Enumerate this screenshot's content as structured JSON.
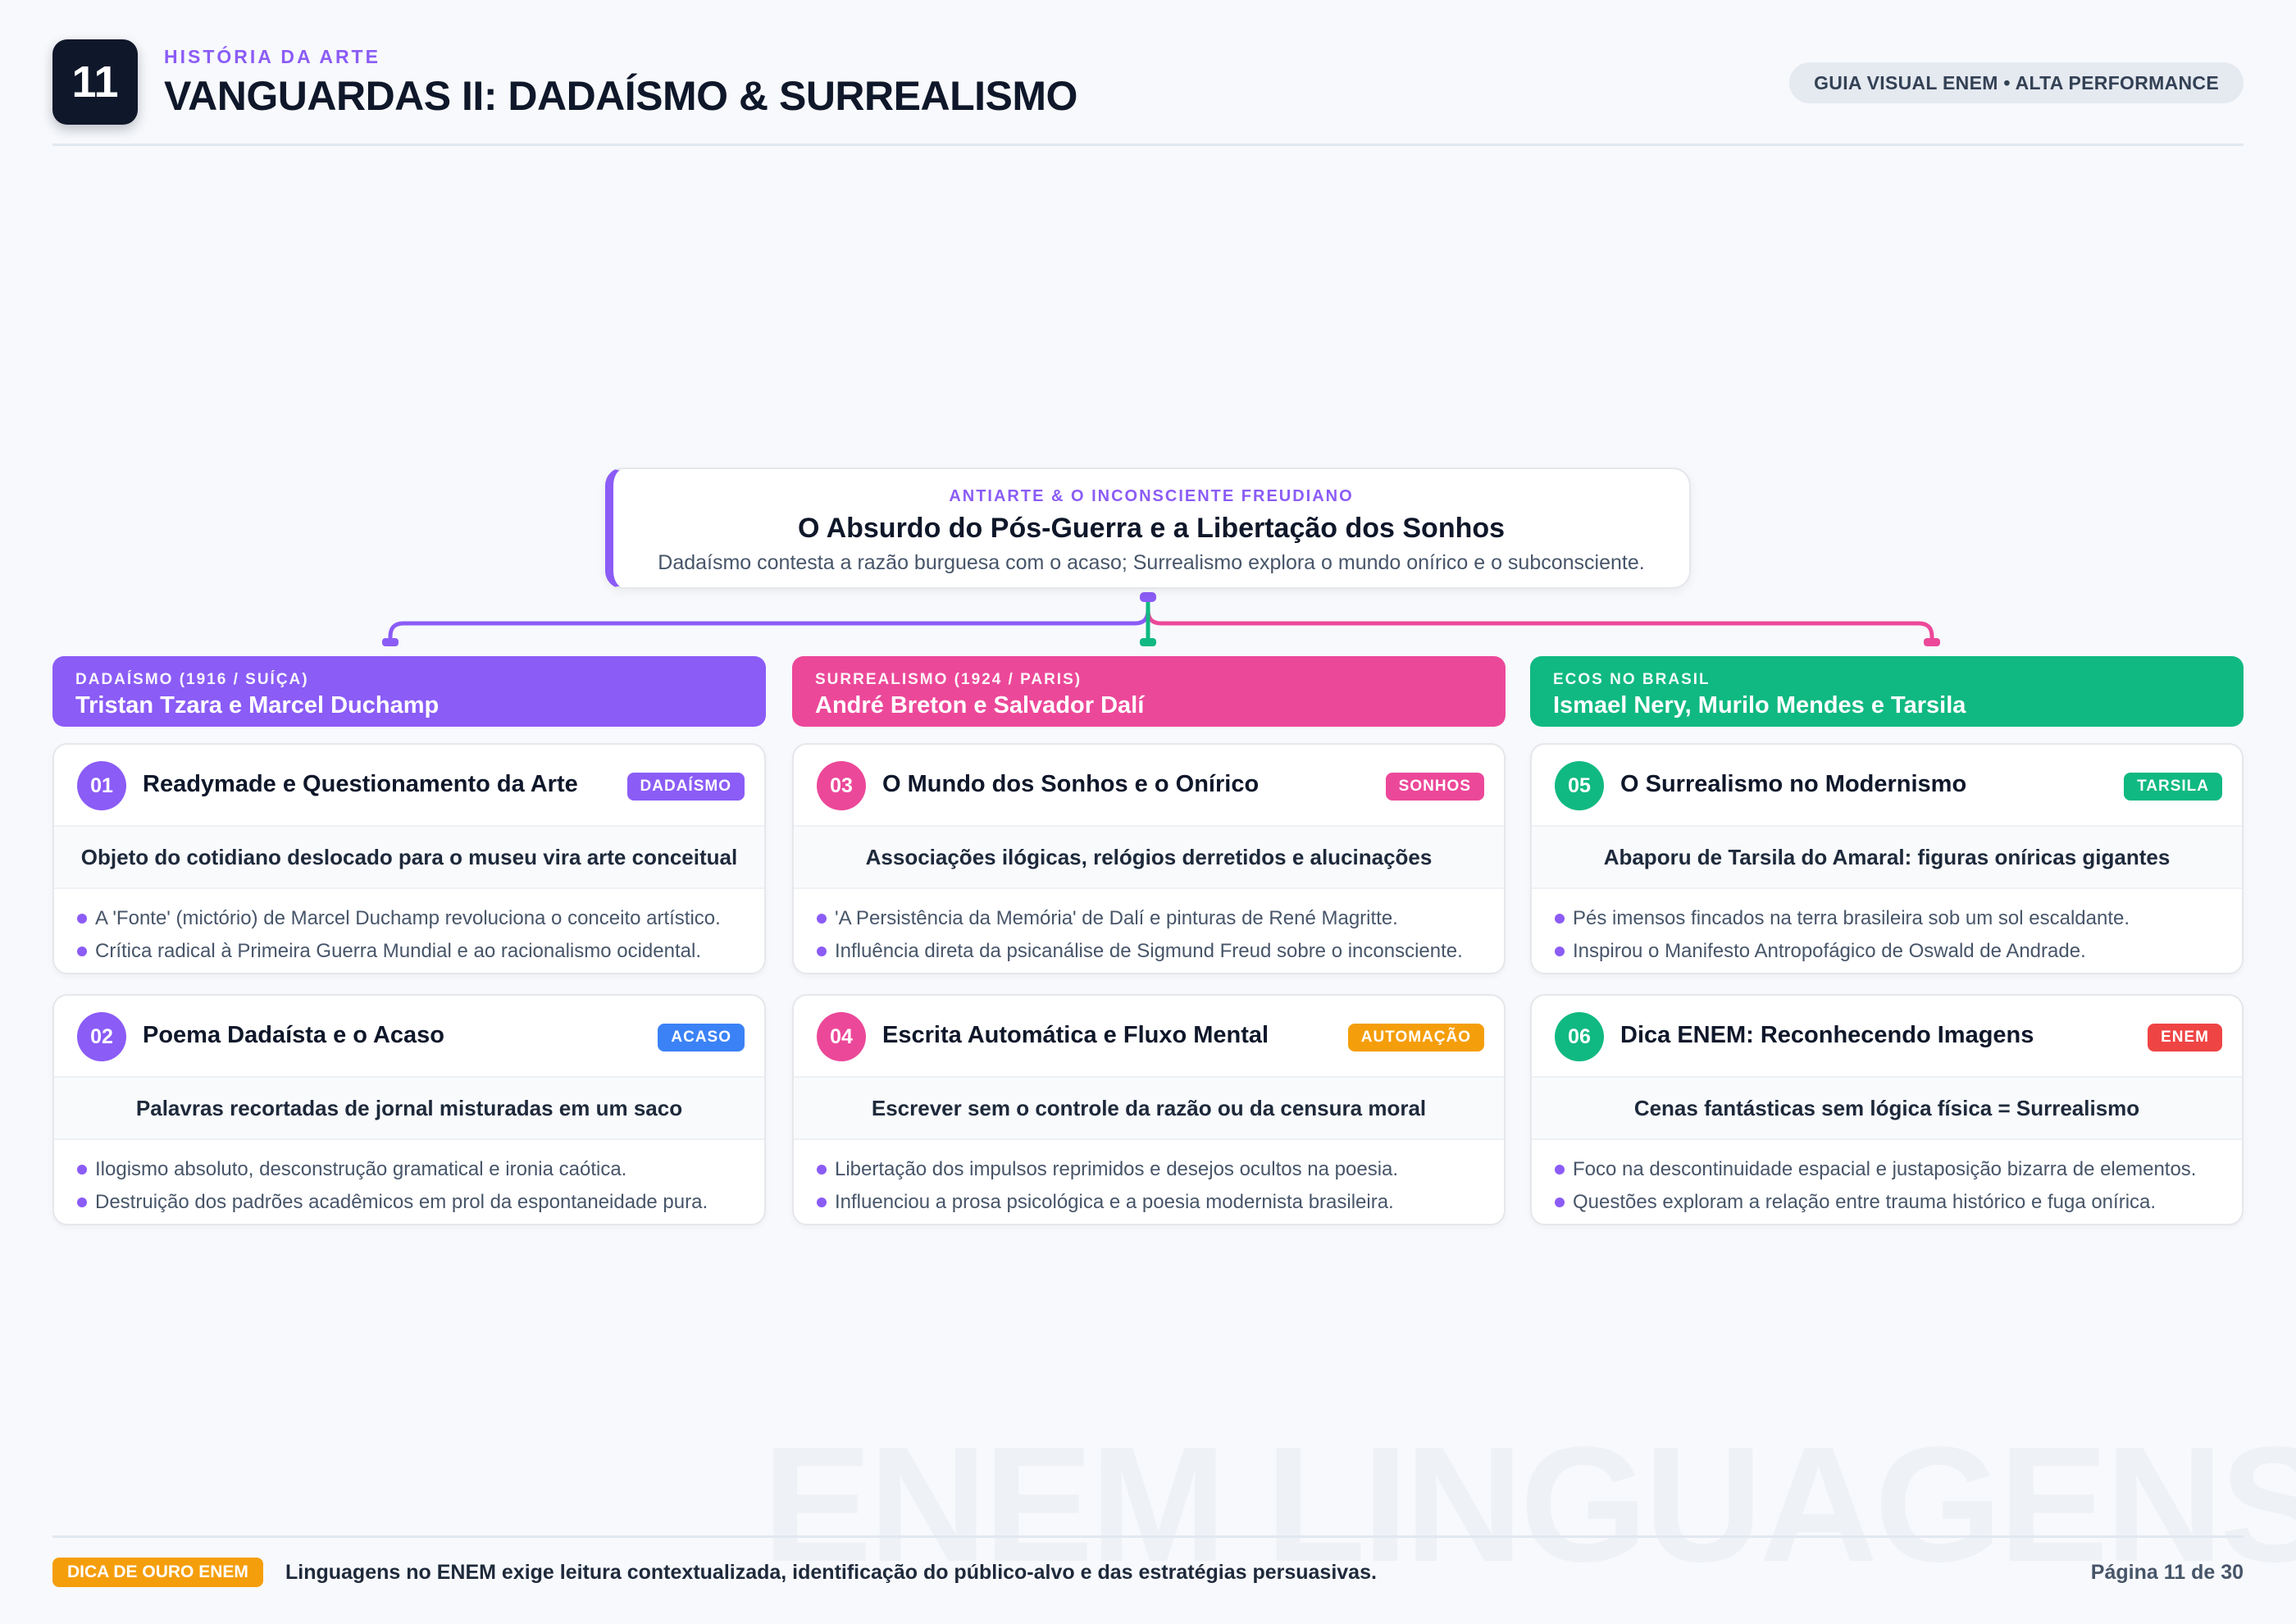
{
  "header": {
    "page_number": "11",
    "kicker": "HISTÓRIA DA ARTE",
    "title": "VANGUARDAS II: DADAÍSMO & SURREALISMO",
    "pill": "GUIA VISUAL ENEM • ALTA PERFORMANCE"
  },
  "central": {
    "kicker": "ANTIARTE & O INCONSCIENTE FREUDIANO",
    "title": "O Absurdo do Pós-Guerra e a Libertação dos Sonhos",
    "subtitle": "Dadaísmo contesta a razão burguesa com o acaso; Surrealismo explora o mundo onírico e o subconsciente."
  },
  "colors": {
    "purple": "#8b5cf6",
    "pink": "#ec4899",
    "green": "#10b981",
    "blue": "#3b82f6",
    "orange": "#f59e0b",
    "red": "#ef4444"
  },
  "columns": [
    {
      "kicker": "DADAÍSMO (1916 / SUÍÇA)",
      "title": "Tristan Tzara e Marcel Duchamp",
      "cards": [
        {
          "num": "01",
          "title": "Readymade e Questionamento da Arte",
          "tag": "DADAÍSMO",
          "summary": "Objeto do cotidiano deslocado para o museu vira arte conceitual",
          "bullets": [
            "A 'Fonte' (mictório) de Marcel Duchamp revoluciona o conceito artístico.",
            "Crítica radical à Primeira Guerra Mundial e ao racionalismo ocidental."
          ]
        },
        {
          "num": "02",
          "title": "Poema Dadaísta e o Acaso",
          "tag": "ACASO",
          "summary": "Palavras recortadas de jornal misturadas em um saco",
          "bullets": [
            "Ilogismo absoluto, desconstrução gramatical e ironia caótica.",
            "Destruição dos padrões acadêmicos em prol da espontaneidade pura."
          ]
        }
      ]
    },
    {
      "kicker": "SURREALISMO (1924 / PARIS)",
      "title": "André Breton e Salvador Dalí",
      "cards": [
        {
          "num": "03",
          "title": "O Mundo dos Sonhos e o Onírico",
          "tag": "SONHOS",
          "summary": "Associações ilógicas, relógios derretidos e alucinações",
          "bullets": [
            "'A Persistência da Memória' de Dalí e pinturas de René Magritte.",
            "Influência direta da psicanálise de Sigmund Freud sobre o inconsciente."
          ]
        },
        {
          "num": "04",
          "title": "Escrita Automática e Fluxo Mental",
          "tag": "AUTOMAÇÃO",
          "summary": "Escrever sem o controle da razão ou da censura moral",
          "bullets": [
            "Libertação dos impulsos reprimidos e desejos ocultos na poesia.",
            "Influenciou a prosa psicológica e a poesia modernista brasileira."
          ]
        }
      ]
    },
    {
      "kicker": "ECOS NO BRASIL",
      "title": "Ismael Nery, Murilo Mendes e Tarsila",
      "cards": [
        {
          "num": "05",
          "title": "O Surrealismo no Modernismo",
          "tag": "TARSILA",
          "summary": "Abaporu de Tarsila do Amaral: figuras oníricas gigantes",
          "bullets": [
            "Pés imensos fincados na terra brasileira sob um sol escaldante.",
            "Inspirou o Manifesto Antropofágico de Oswald de Andrade."
          ]
        },
        {
          "num": "06",
          "title": "Dica ENEM: Reconhecendo Imagens",
          "tag": "ENEM",
          "summary": "Cenas fantásticas sem lógica física = Surrealismo",
          "bullets": [
            "Foco na descontinuidade espacial e justaposição bizarra de elementos.",
            "Questões exploram a relação entre trauma histórico e fuga onírica."
          ]
        }
      ]
    }
  ],
  "watermark": "ENEM LINGUAGENS",
  "footer": {
    "badge": "DICA DE OURO ENEM",
    "text": "Linguagens no ENEM exige leitura contextualizada, identificação do público-alvo e das estratégias persuasivas.",
    "page": "Página 11 de 30"
  }
}
